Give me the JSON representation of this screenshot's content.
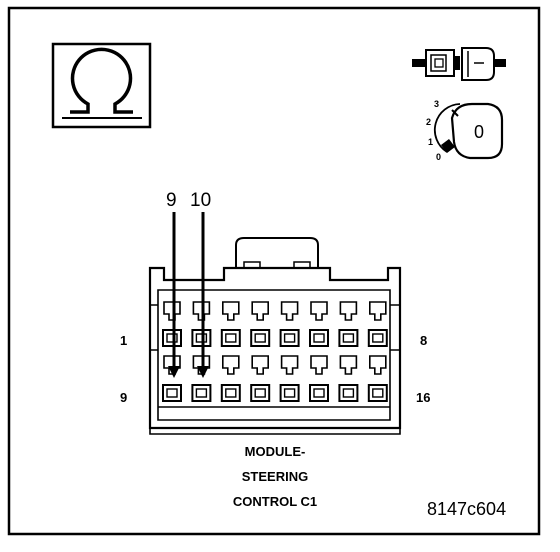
{
  "symbols": {
    "ohmmeter": "ohm-symbol-icon",
    "disconnect": "connector-disconnect-icon",
    "ignition": "ignition-key-off-icon"
  },
  "ignition_positions": [
    "3",
    "2",
    "1",
    "0"
  ],
  "ignition_key_label": "0",
  "pins": {
    "top_left": "1",
    "top_right": "8",
    "bottom_left": "9",
    "bottom_right": "16"
  },
  "probe_arrows": [
    "9",
    "10"
  ],
  "caption": {
    "line1": "MODULE-",
    "line2": "STEERING",
    "line3": "CONTROL C1"
  },
  "figure_id": "8147c604"
}
